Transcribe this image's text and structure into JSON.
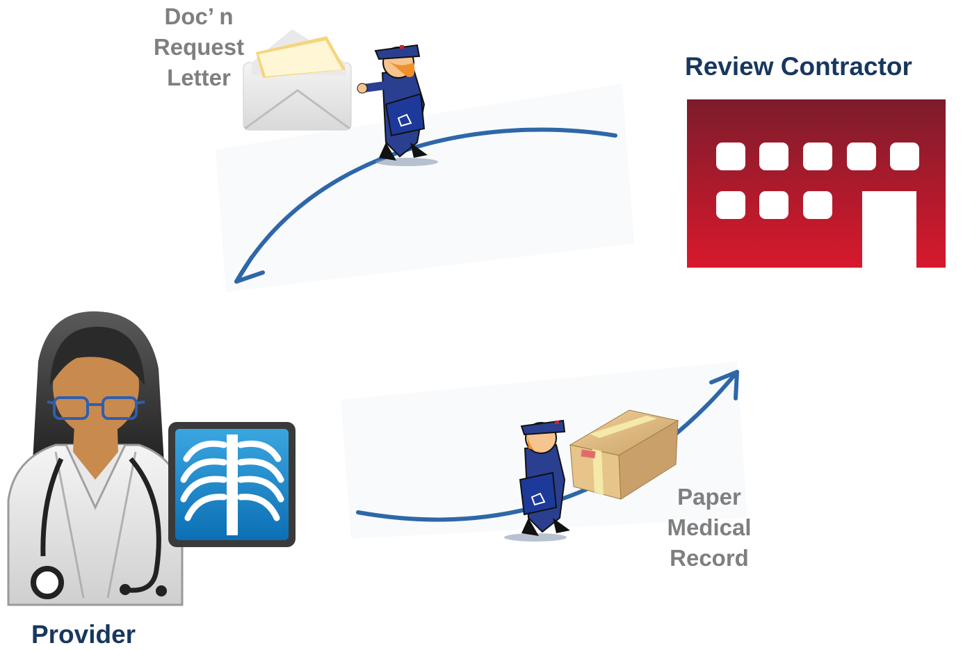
{
  "diagram": {
    "review_contractor": {
      "label": "Review Contractor",
      "icon": "office-building-icon",
      "color_top": "#7c1c2c",
      "color_bottom": "#d8192c"
    },
    "provider": {
      "label": "Provider",
      "icon": "doctor-with-xray-icon"
    },
    "request": {
      "label_lines": [
        "Doc’ n",
        "Request",
        "Letter"
      ],
      "icon": "envelope-icon",
      "courier_icon": "mail-carrier-icon"
    },
    "response": {
      "label_lines": [
        "Paper",
        "Medical",
        "Record"
      ],
      "icon": "package-box-icon",
      "courier_icon": "mail-carrier-icon"
    },
    "colors": {
      "arrow": "#2e67a8",
      "label_navy": "#17375e",
      "label_grey": "#7f7f7f"
    }
  }
}
